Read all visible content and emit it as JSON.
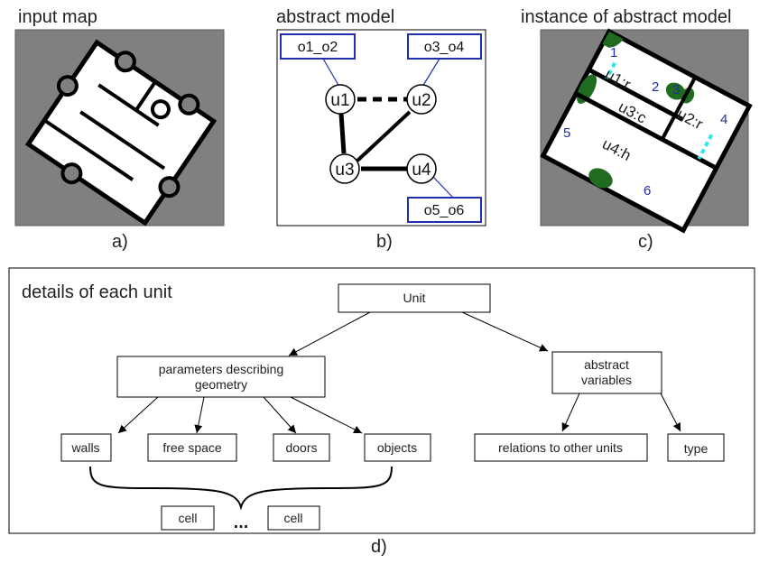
{
  "panel_a": {
    "title": "input map",
    "caption": "a)"
  },
  "panel_b": {
    "title": "abstract model",
    "caption": "b)",
    "nodes": [
      "u1",
      "u2",
      "u3",
      "u4"
    ],
    "objects": [
      "o1_o2",
      "o3_o4",
      "o5_o6"
    ]
  },
  "panel_c": {
    "title": "instance of abstract model",
    "caption": "c)",
    "units": [
      "u1:r",
      "u3:c",
      "u2:r",
      "u4:h"
    ],
    "object_numbers": [
      "1",
      "2",
      "3",
      "4",
      "5",
      "6"
    ]
  },
  "panel_d": {
    "title": "details of each unit",
    "caption": "d)",
    "unit": "Unit",
    "params_line1": "parameters describing",
    "params_line2": "geometry",
    "abstract_line1": "abstract",
    "abstract_line2": "variables",
    "walls": "walls",
    "free_space": "free space",
    "doors": "doors",
    "objects": "objects",
    "relations": "relations to other units",
    "type": "type",
    "cell": "cell",
    "ellipsis": "..."
  },
  "colors": {
    "gray": "#808080",
    "blue": "#1f2fb0",
    "cyan": "#2fe6ee",
    "green": "#1f6b1f"
  }
}
